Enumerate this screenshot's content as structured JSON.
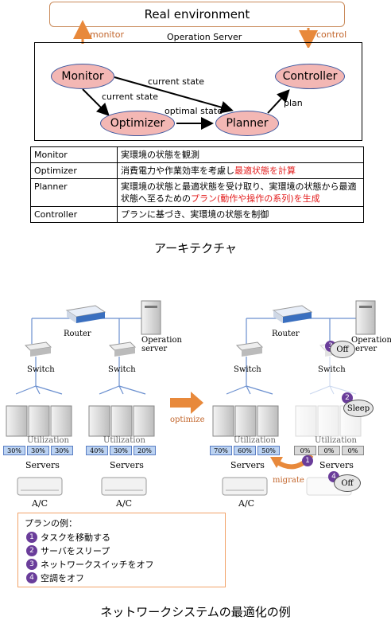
{
  "architecture": {
    "real_env": "Real environment",
    "op_server": "Operation Server",
    "monitor_edge": "monitor",
    "control_edge": "control",
    "nodes": {
      "monitor": "Monitor",
      "optimizer": "Optimizer",
      "planner": "Planner",
      "controller": "Controller"
    },
    "edges": {
      "current_state_top": "current state",
      "current_state_left": "current state",
      "optimal_state": "optimal state",
      "plan": "plan"
    }
  },
  "table": {
    "rows": [
      {
        "key": "Monitor",
        "text": "実環境の状態を観測"
      },
      {
        "key": "Optimizer",
        "text": "消費電力や作業効率を考慮し",
        "highlight": "最適状態を計算"
      },
      {
        "key": "Planner",
        "text": "実環境の状態と最適状態を受け取り、実環境の状態から最適状態へ至るための",
        "highlight": "プラン(動作や操作の系列)を生成"
      },
      {
        "key": "Controller",
        "text": "プランに基づき、実環境の状態を制御"
      }
    ]
  },
  "caption_top": "アーキテクチャ",
  "network": {
    "router": "Router",
    "operation_server": "Operation server",
    "switch": "Switch",
    "utilization": "Utilization",
    "servers": "Servers",
    "ac": "A/C",
    "optimize": "optimize",
    "migrate": "migrate",
    "off": "Off",
    "sleep": "Sleep",
    "before_left": [
      "30%",
      "30%",
      "30%"
    ],
    "before_right": [
      "40%",
      "30%",
      "20%"
    ],
    "after_left": [
      "70%",
      "60%",
      "50%"
    ],
    "after_right": [
      "0%",
      "0%",
      "0%"
    ]
  },
  "plan": {
    "title": "プランの例：",
    "items": [
      "タスクを移動する",
      "サーバをスリープ",
      "ネットワークスイッチをオフ",
      "空調をオフ"
    ],
    "numbers": [
      "1",
      "2",
      "3",
      "4"
    ]
  },
  "caption_bottom": "ネットワークシステムの最適化の例",
  "colors": {
    "node_fill": "#f3b7b4",
    "node_border": "#3a57a0",
    "accent_orange": "#e8893b",
    "highlight_red": "#e31b1b",
    "badge_purple": "#6a3d9a"
  }
}
